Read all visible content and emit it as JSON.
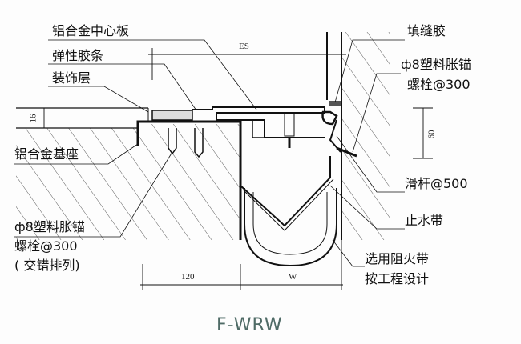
{
  "labels": {
    "center_plate": "铝合金中心板",
    "rubber_strip": "弹性胶条",
    "decor_layer": "装饰层",
    "base": "铝合金基座",
    "anchor_left_1": "ф8塑料胀锚",
    "anchor_left_2": "螺栓@300",
    "anchor_left_3": "( 交错排列)",
    "sealant": "填缝胶",
    "anchor_right_1": "ф8塑料胀锚",
    "anchor_right_2": "螺栓@300",
    "slide_bar": "滑杆@500",
    "waterstop": "止水带",
    "firestop_1": "选用阻火带",
    "firestop_2": "按工程设计"
  },
  "dimensions": {
    "es": "ES",
    "d16": "16",
    "d60": "60",
    "d120": "120",
    "w": "W"
  },
  "title": "F-WRW",
  "colors": {
    "line": "#111111",
    "title": "#4f6b66"
  }
}
